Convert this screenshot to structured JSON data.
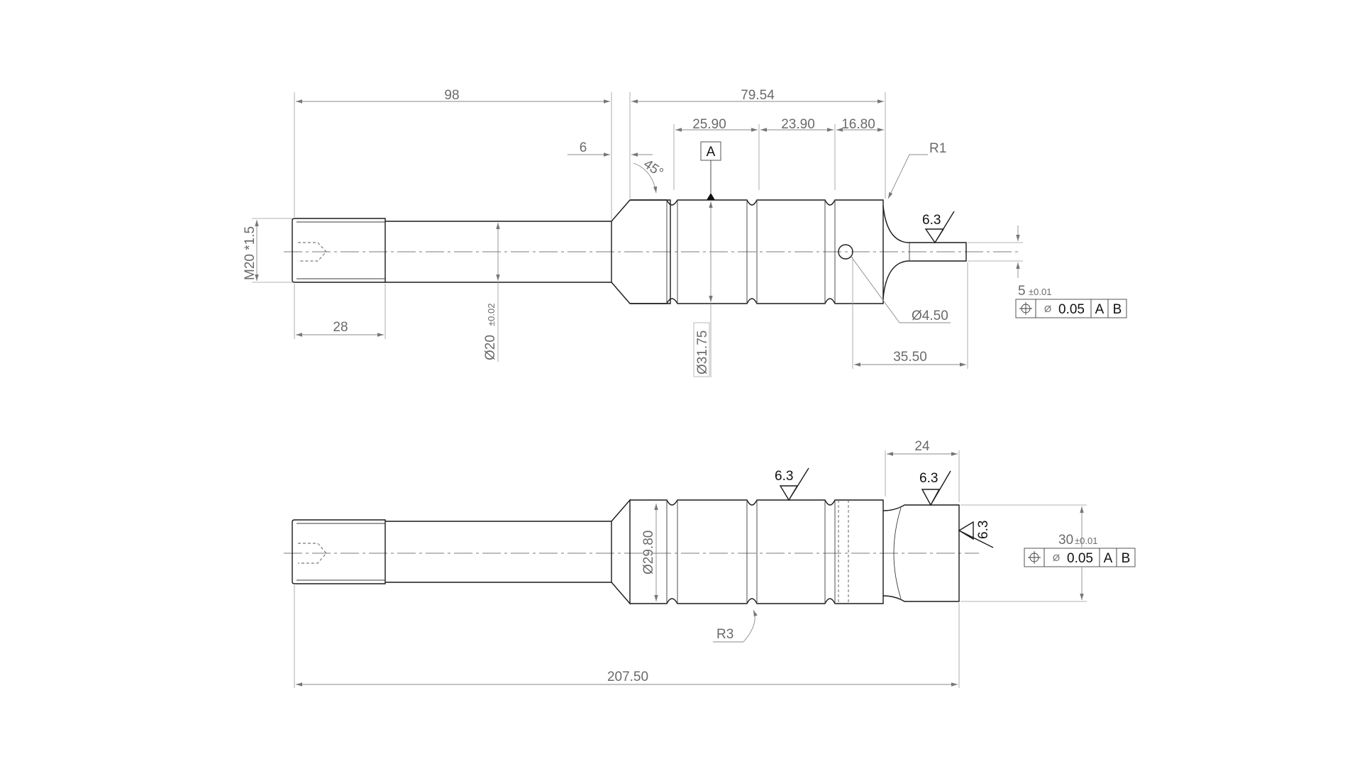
{
  "dimensions": {
    "top_overall_left": "98",
    "top_overall_right": "79.54",
    "seg_1": "25.90",
    "seg_2": "23.90",
    "seg_3": "16.80",
    "chamfer_len": "6",
    "chamfer_angle": "45°",
    "radius_top": "R1",
    "thread_spec": "M20 *1.5",
    "thread_len": "28",
    "shaft_dia": "Ø20",
    "shaft_dia_tol": "±0.02",
    "body_dia": "Ø31.75",
    "hole_dia": "Ø4.50",
    "hole_to_end": "35.50",
    "pin_dia": "5",
    "pin_dia_tol": "±0.01",
    "head_len": "24",
    "head_dia": "30",
    "head_dia_tol": "±0.01",
    "groove_dia": "Ø29.80",
    "groove_radius": "R3",
    "total_length": "207.50"
  },
  "datum": {
    "label": "A"
  },
  "surface_finish": {
    "value": "6.3"
  },
  "tolerance_frames": [
    {
      "symbol": "position",
      "zone": "Ø",
      "value": "0.05",
      "datum1": "A",
      "datum2": "B"
    },
    {
      "symbol": "position",
      "zone": "Ø",
      "value": "0.05",
      "datum1": "A",
      "datum2": "B"
    }
  ]
}
